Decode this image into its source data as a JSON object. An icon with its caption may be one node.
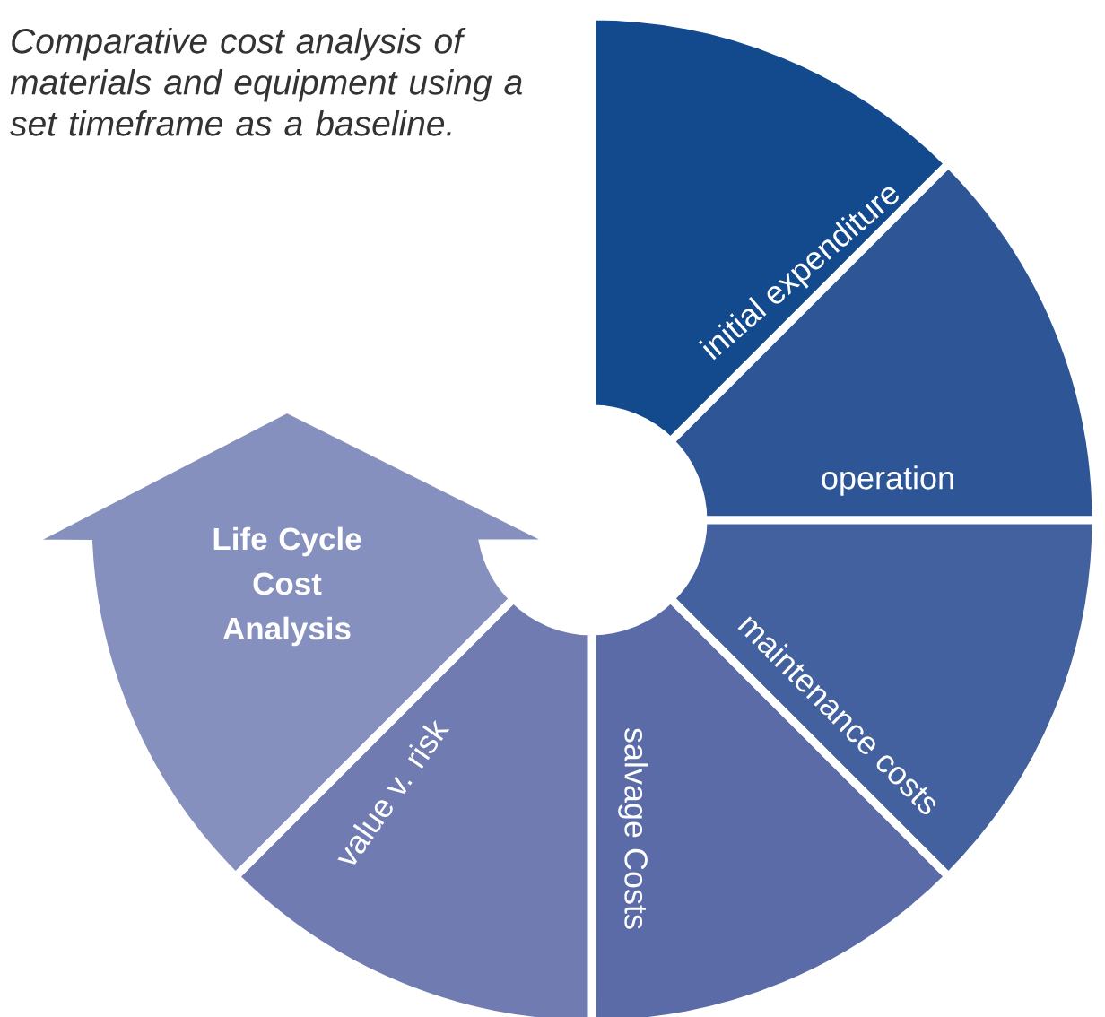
{
  "diagram": {
    "nodes": [
      {
        "text": [
          "initial expenditure"
        ]
      },
      {
        "text": [
          "operation"
        ]
      },
      {
        "text": [
          "maintenance costs"
        ]
      },
      {
        "text": [
          "salvage Costs"
        ]
      },
      {
        "text": [
          "value v. risk"
        ]
      },
      {
        "text": [
          "Life Cycle Cost Analysis"
        ]
      }
    ],
    "labels": [
      "Comparative cost analysis of materials and equipment using a set timeframe as a baseline."
    ]
  }
}
